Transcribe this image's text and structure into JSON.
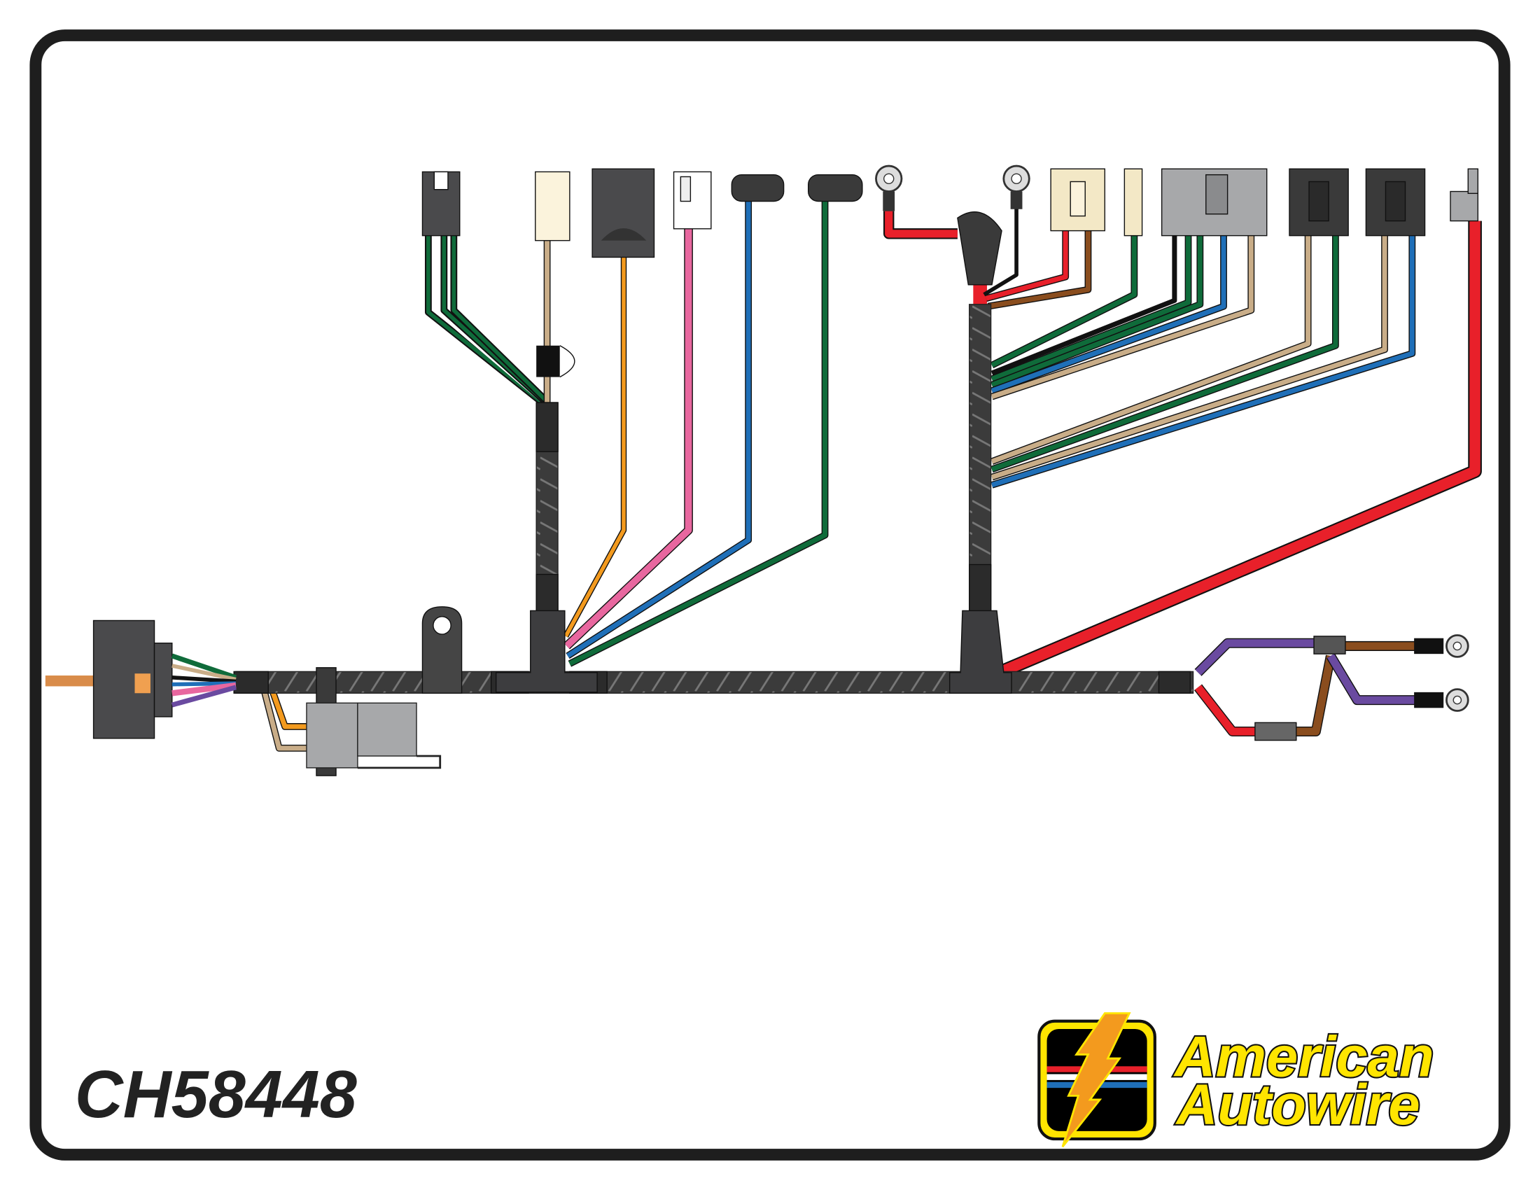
{
  "part_number": "CH58448",
  "logo": {
    "line1": "American",
    "line2": "Autowire"
  },
  "colors": {
    "frame": "#1e1e1e",
    "loom": "#3b3b3b",
    "connector_dark": "#4a4a4c",
    "connector_gray": "#a7a8aa",
    "connector_cream": "#f3e8c6",
    "wire_red": "#e8202a",
    "wire_green": "#0f6b3a",
    "wire_blue": "#1f6fb8",
    "wire_orange": "#f39a1e",
    "wire_pink": "#e8679f",
    "wire_tan": "#c9ad88",
    "wire_brown": "#8a4d1e",
    "wire_purple": "#6a4aa0",
    "wire_black": "#111111",
    "logo_yellow": "#ffe500"
  }
}
